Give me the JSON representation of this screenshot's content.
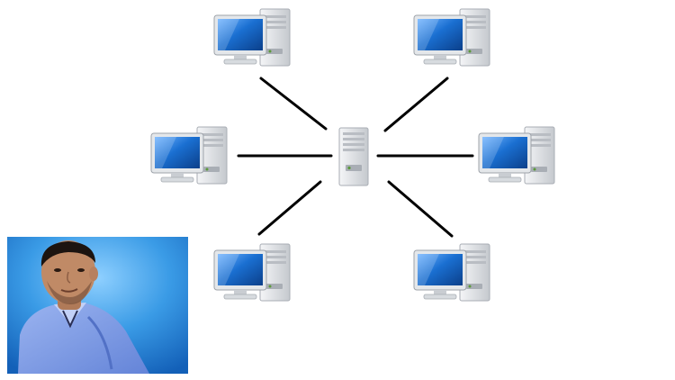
{
  "diagram": {
    "topology": "star",
    "hub": {
      "icon": "server-tower-icon"
    },
    "nodes": [
      {
        "id": "top-left",
        "icon": "desktop-computer-icon"
      },
      {
        "id": "top-right",
        "icon": "desktop-computer-icon"
      },
      {
        "id": "mid-left",
        "icon": "desktop-computer-icon"
      },
      {
        "id": "mid-right",
        "icon": "desktop-computer-icon"
      },
      {
        "id": "bottom-left",
        "icon": "desktop-computer-icon"
      },
      {
        "id": "bottom-right",
        "icon": "desktop-computer-icon"
      }
    ],
    "colors": {
      "screen": "#1a6fd1",
      "screen_light": "#6fb3ff",
      "case": "#d9dde2",
      "case_edge": "#a8adb4",
      "link": "#000000",
      "photo_bg": "#2e8fe0",
      "shirt": "#7a9ae8"
    }
  }
}
